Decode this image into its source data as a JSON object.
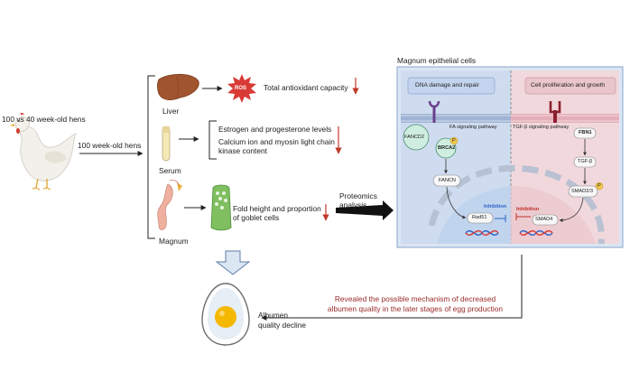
{
  "hen_labels": {
    "comparison": "100 vs 40 week-old hens",
    "arrow_label": "100 week-old hens"
  },
  "organs": {
    "liver": "Liver",
    "serum": "Serum",
    "magnum": "Magnum"
  },
  "findings": {
    "ros_badge": "ROS",
    "liver_result": "Total antioxidant capacity",
    "serum_result_1": "Estrogen and progesterone levels",
    "serum_result_2_line1": "Calcium ion and myosin light chain",
    "serum_result_2_line2": "kinase content",
    "magnum_result_line1": "Fold height and proportion",
    "magnum_result_line2": "of goblet cells"
  },
  "proteomics": {
    "line1": "Proteomics",
    "line2": "analysis"
  },
  "panel": {
    "title": "Magnum epithelial cells",
    "left_box": "DNA damage and repair",
    "right_box": "Cell proliferation and growth",
    "left_pathway": "FA signaling pathway",
    "right_pathway": "TGF-β  signaling pathway",
    "fancd2": "FANCD2",
    "brca2": "BRCA2",
    "fancn": "FANCN",
    "rad51": "Rad51",
    "fbn1": "FBN1",
    "tgfb": "TGF-β",
    "smad23": "SMAD2/3",
    "smad4": "SMAD4",
    "p_badge": "P",
    "inhibition_left": "Inhibition",
    "inhibition_right": "Inhibition"
  },
  "conclusion": {
    "line1": "Revealed the possible mechanism of decreased",
    "line2": "albumen quality in the later stages of egg production"
  },
  "outcome": {
    "line1": "Albumen",
    "line2": "quality decline"
  },
  "colors": {
    "red_arrow": "#c0392b",
    "panel_bg": "#dbe6f3",
    "panel_border": "#8aa6cc",
    "left_region": "#cfdcf0",
    "right_region": "#f1d8dc",
    "egg_yolk": "#f5b800",
    "conclusion_text": "#9b2a2a"
  }
}
